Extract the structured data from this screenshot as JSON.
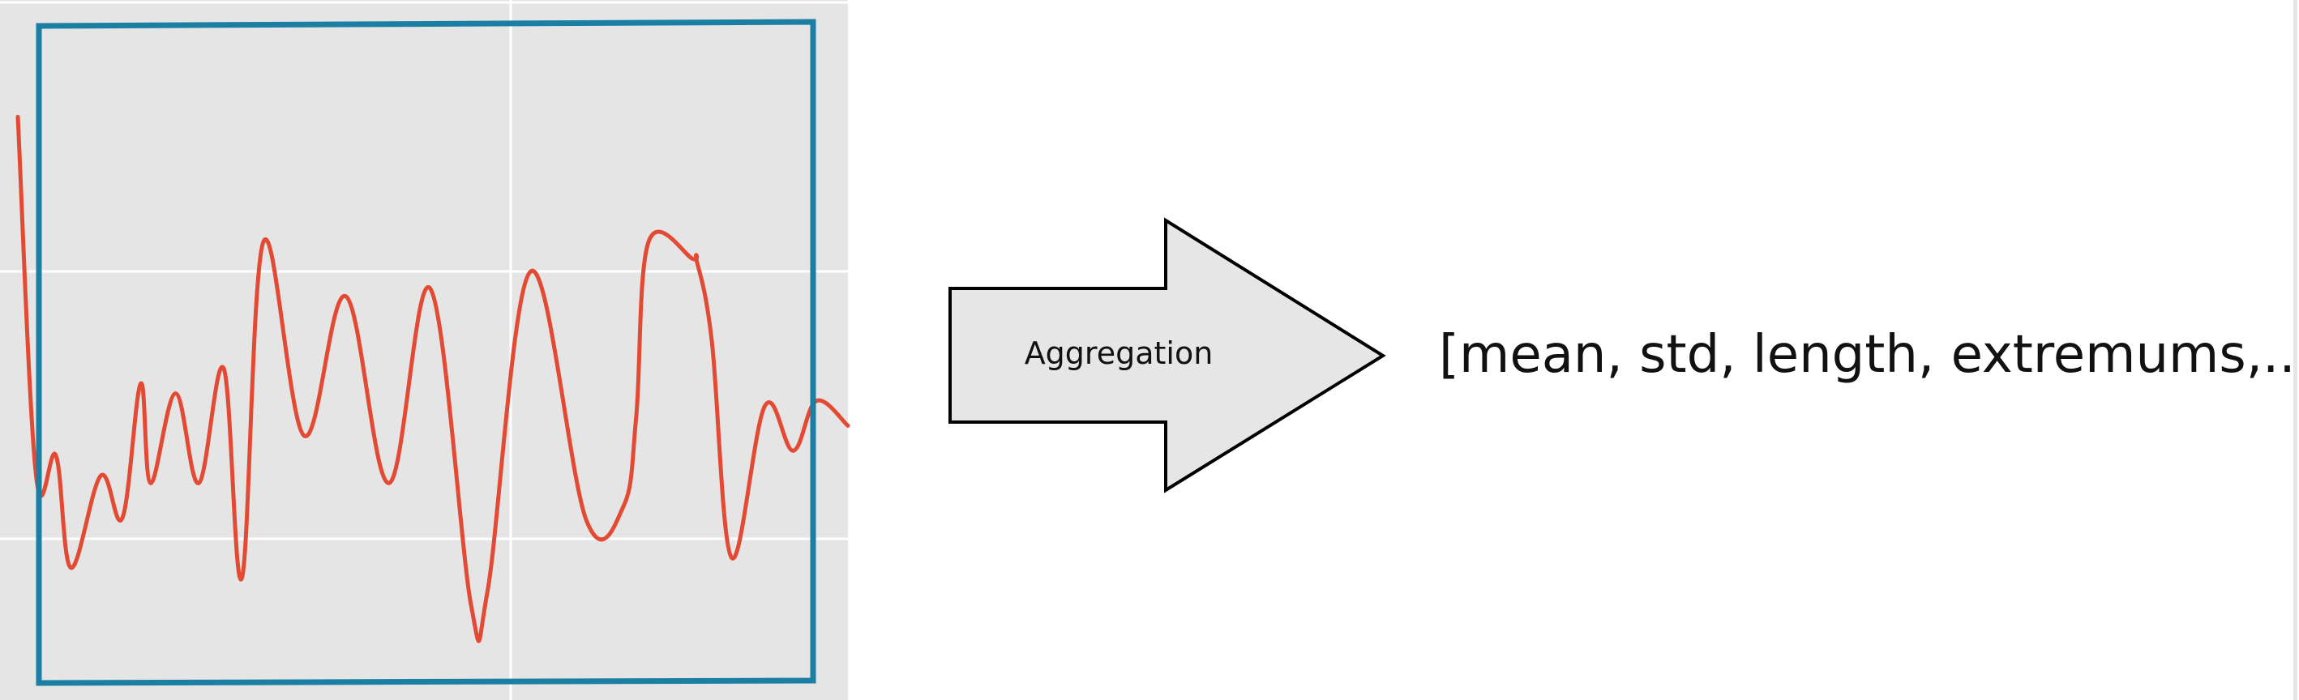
{
  "diagram": {
    "arrow_label": "Aggregation",
    "features_text": "[mean, std, length, extremums,...]"
  },
  "colors": {
    "plot_background": "#e5e5e5",
    "grid": "#ffffff",
    "signal": "#e24a33",
    "window": "#1a7fa3",
    "arrow_fill": "#e6e6e6",
    "arrow_stroke": "#000000"
  },
  "chart_data": {
    "type": "line",
    "title": "",
    "xlabel": "",
    "ylabel": "",
    "grid": true,
    "legend": "none",
    "xlim": [
      0,
      1
    ],
    "ylim": [
      0,
      1
    ],
    "series": [
      {
        "x": [
          0.0,
          0.022,
          0.046,
          0.064,
          0.1,
          0.126,
          0.148,
          0.16,
          0.19,
          0.218,
          0.248,
          0.27,
          0.296,
          0.345,
          0.395,
          0.447,
          0.497,
          0.546,
          0.566,
          0.618,
          0.685,
          0.73,
          0.745,
          0.76,
          0.813,
          0.818,
          0.836,
          0.86,
          0.9,
          0.934,
          0.962,
          1.0
        ],
        "values": [
          1.05,
          0.33,
          0.37,
          0.145,
          0.33,
          0.245,
          0.515,
          0.315,
          0.495,
          0.315,
          0.545,
          0.125,
          0.8,
          0.41,
          0.69,
          0.315,
          0.705,
          0.07,
          0.1,
          0.74,
          0.24,
          0.27,
          0.45,
          0.8,
          0.765,
          0.76,
          0.6,
          0.165,
          0.47,
          0.38,
          0.48,
          0.43
        ]
      }
    ]
  }
}
